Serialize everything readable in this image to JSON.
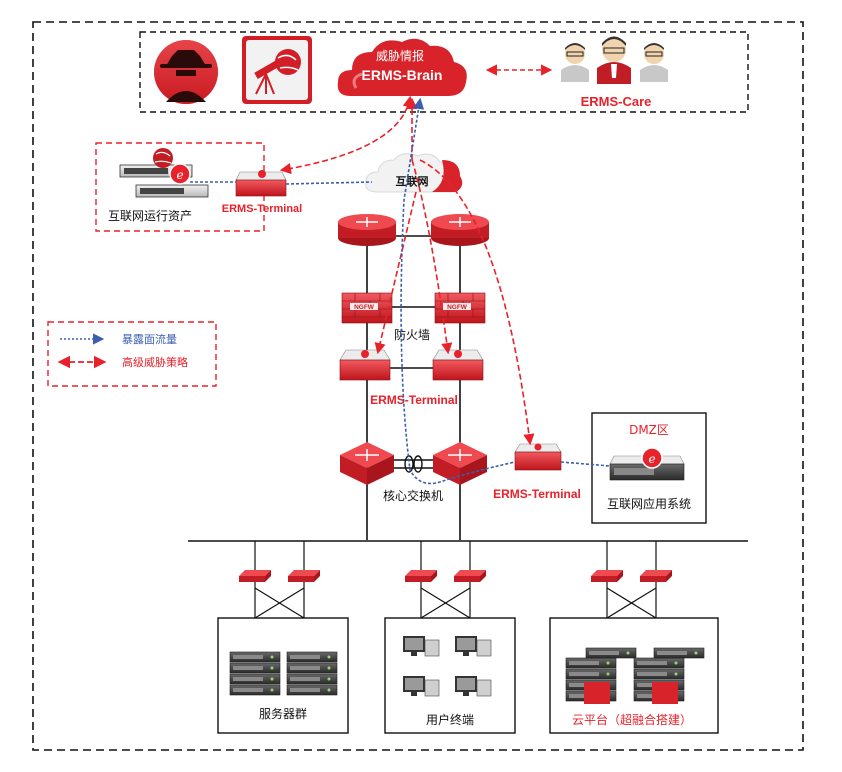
{
  "top": {
    "threat_intel": "威胁情报",
    "brain": "ERMS-Brain",
    "care": "ERMS-Care"
  },
  "internet": {
    "cloud": "互联网",
    "assets": "互联网运行资产",
    "terminal": "ERMS-Terminal"
  },
  "legend": {
    "exposure_flow": "暴露面流量",
    "advanced_policy": "高级威胁策略"
  },
  "firewall": {
    "label": "防火墙",
    "ngfw_badge": "NGFW",
    "terminal": "ERMS-Terminal"
  },
  "core": {
    "switch": "核心交换机",
    "terminal": "ERMS-Terminal"
  },
  "dmz": {
    "title": "DMZ区",
    "system": "互联网应用系统"
  },
  "bottom": {
    "servers": "服务器群",
    "users": "用户终端",
    "cloud": "云平台（超融合搭建）"
  },
  "colors": {
    "red": "#e8222b",
    "blue": "#3a5fb0",
    "dark_red": "#b3131b"
  }
}
